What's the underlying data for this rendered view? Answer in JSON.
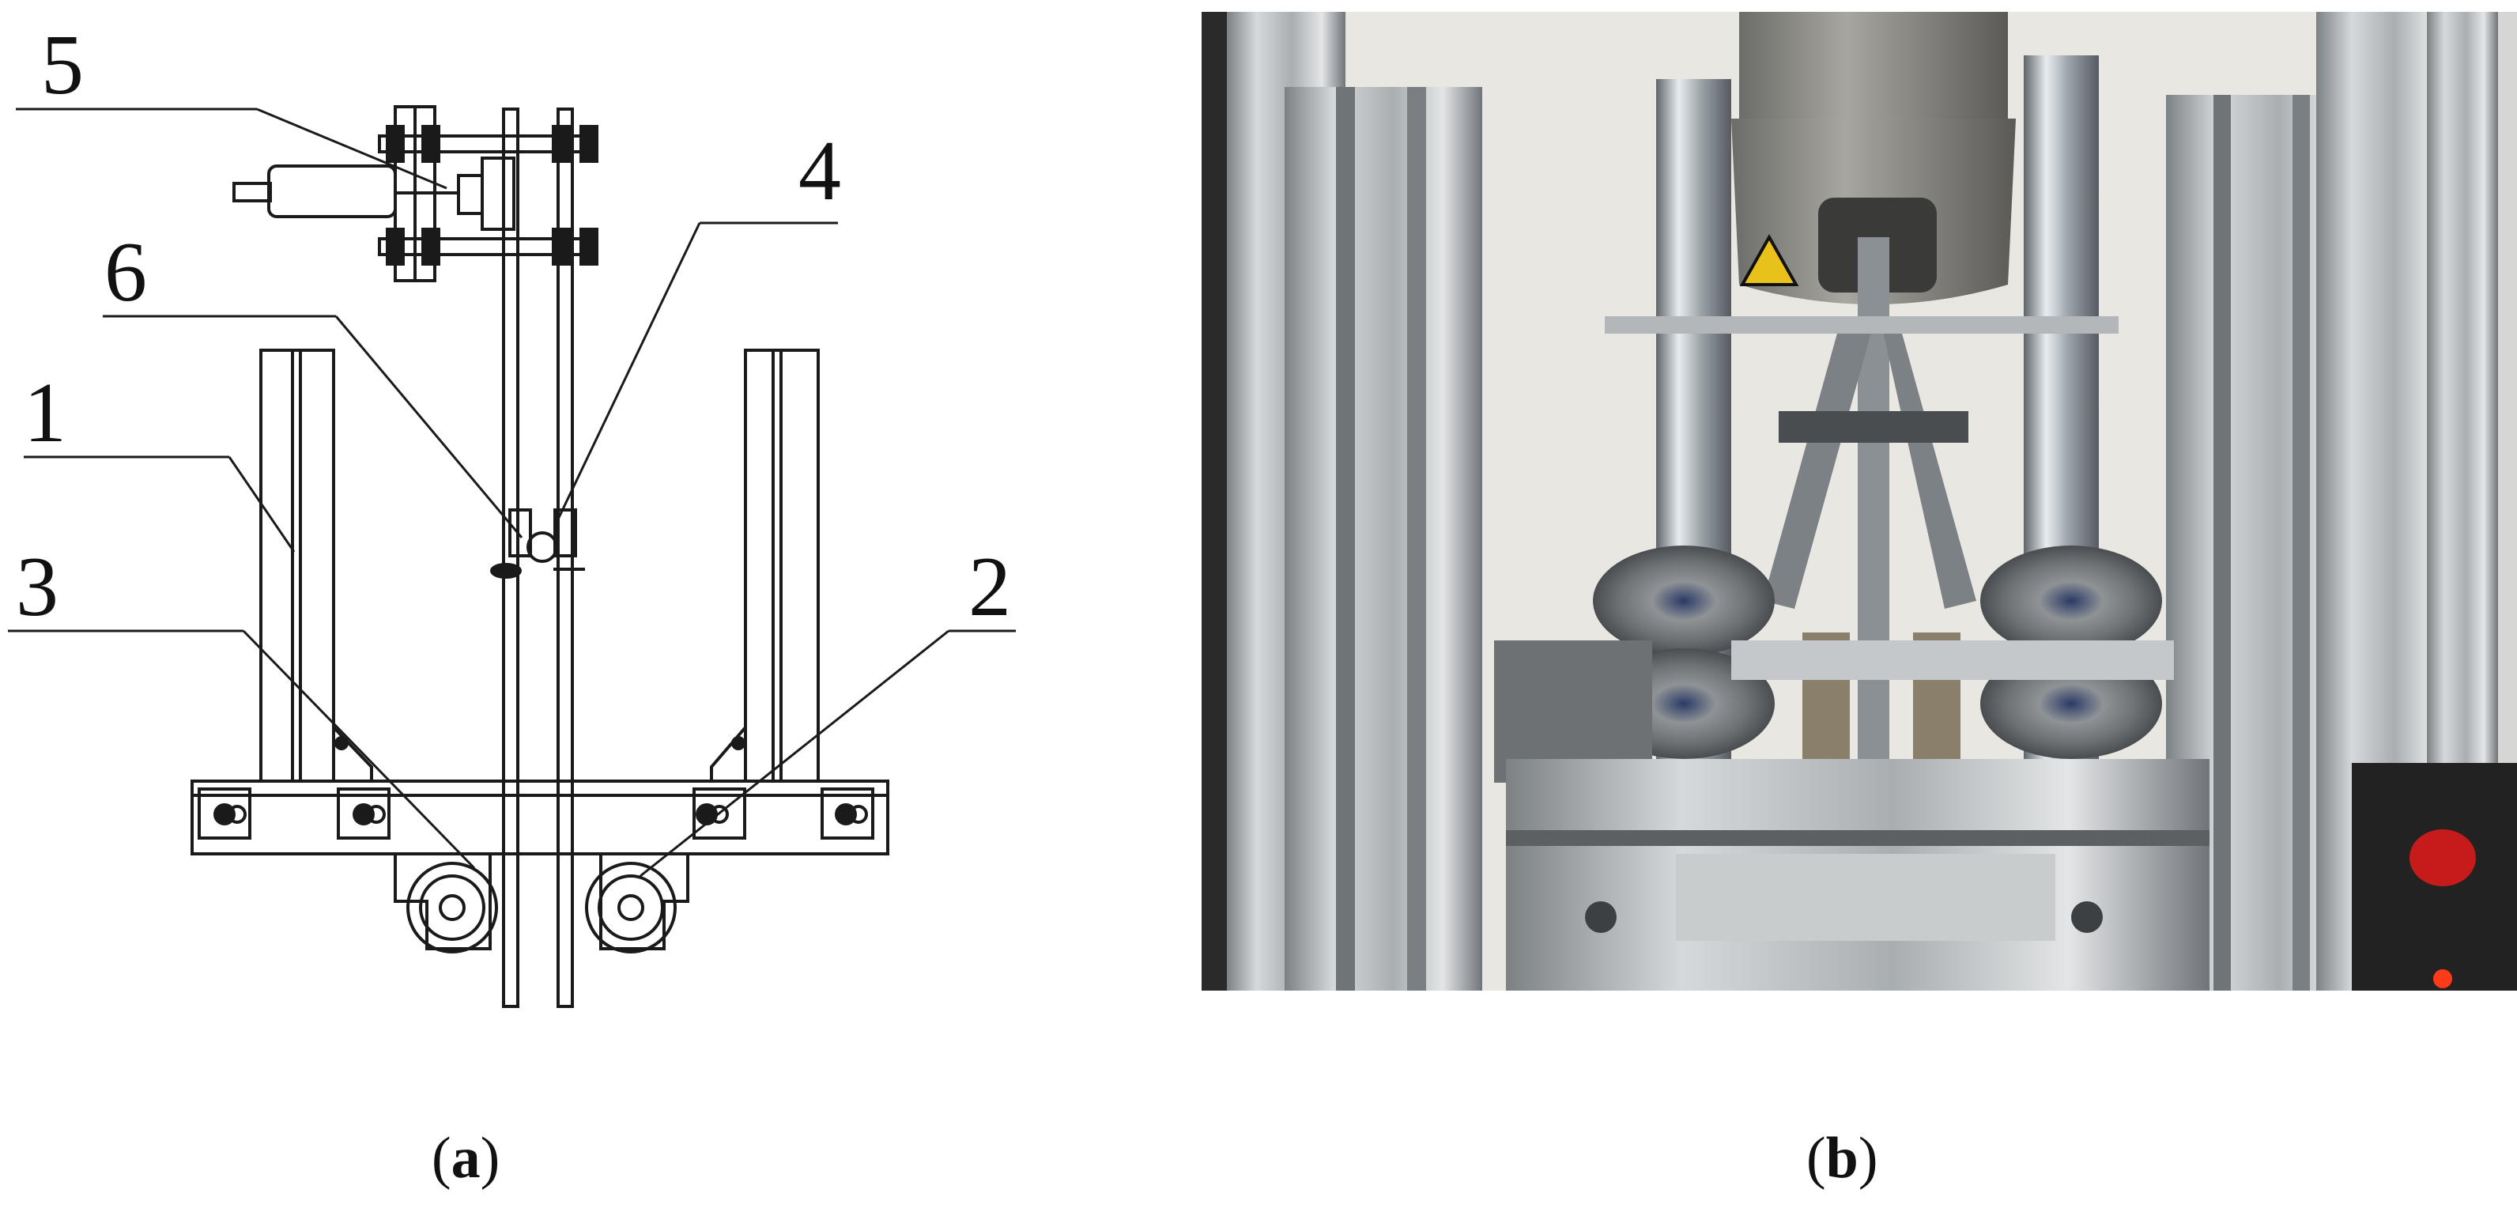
{
  "panel_a": {
    "caption": {
      "open": "(",
      "letter": "a",
      "close": ")"
    },
    "part_labels": [
      "1",
      "2",
      "3",
      "4",
      "5",
      "6"
    ]
  },
  "panel_b": {
    "caption": {
      "open": "(",
      "letter": "b",
      "close": ")"
    }
  },
  "colors": {
    "line": "#1a1a1a",
    "aluminium": "#a8acaf",
    "steel": "#9aa3aa",
    "wall": "#e8e7e2",
    "dark": "#222222",
    "led": "#ff3a1a"
  }
}
